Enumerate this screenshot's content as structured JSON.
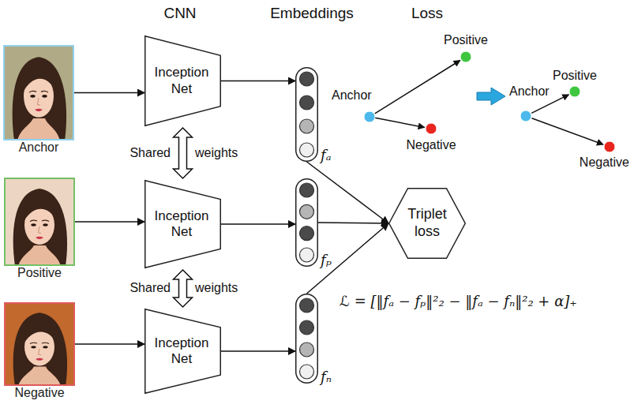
{
  "diagram": {
    "nodes": [
      {
        "text": [
          "Anchor"
        ]
      },
      {
        "text": [
          "Inception Net"
        ]
      },
      {
        "text": [
          "fₐ"
        ]
      },
      {
        "text": [
          "Positive"
        ]
      },
      {
        "text": [
          "Inception Net"
        ]
      },
      {
        "text": [
          "fₚ"
        ]
      },
      {
        "text": [
          "Triplet loss"
        ]
      },
      {
        "text": [
          "Negative"
        ]
      },
      {
        "text": [
          "Inception Net"
        ]
      },
      {
        "text": [
          "fₙ"
        ]
      }
    ],
    "edges": [
      {
        "from": 0,
        "to": 1,
        "arrow": "to"
      },
      {
        "from": 1,
        "to": 2,
        "arrow": "to"
      },
      {
        "from": 2,
        "to": 6,
        "arrow": "to"
      },
      {
        "from": 3,
        "to": 4,
        "arrow": "to"
      },
      {
        "from": 4,
        "to": 5,
        "arrow": "to"
      },
      {
        "from": 5,
        "to": 6,
        "arrow": "to"
      },
      {
        "from": 7,
        "to": 8,
        "arrow": "to"
      },
      {
        "from": 8,
        "to": 9,
        "arrow": "to"
      },
      {
        "from": 9,
        "to": 6,
        "arrow": "to"
      },
      {
        "from": 1,
        "to": 4,
        "arrow": "both"
      },
      {
        "from": 4,
        "to": 8,
        "arrow": "both"
      }
    ],
    "labels": [
      "CNN",
      "Embeddings",
      "Loss",
      "Shared",
      "weights",
      "Shared",
      "weights",
      "Anchor",
      "Positive",
      "Negative",
      "Anchor",
      "Positive",
      "Negative",
      "ℒ = [‖fₐ − fₚ‖²₂ − ‖fₐ − fₙ‖²₂ + α]₊"
    ]
  }
}
